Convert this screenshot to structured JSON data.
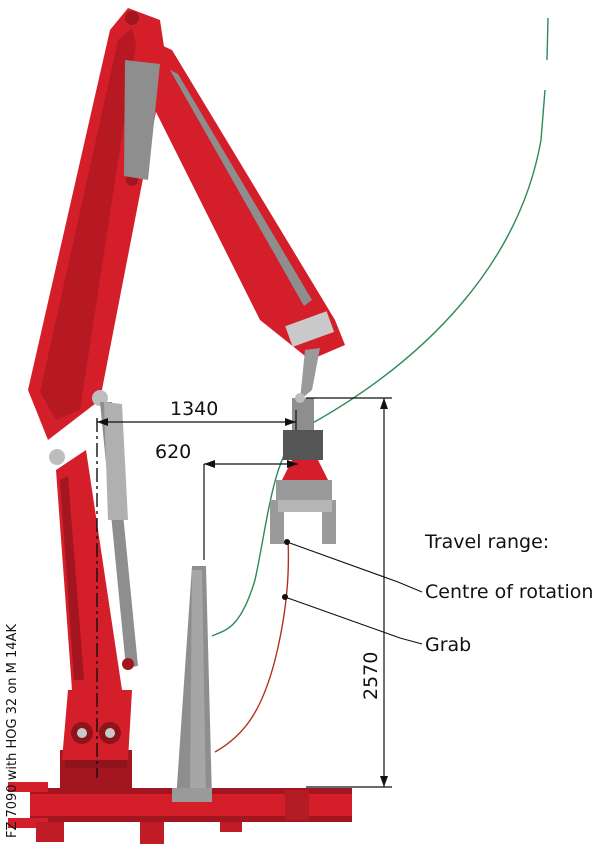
{
  "dimensions": {
    "reach_1340": "1340",
    "reach_620": "620",
    "height_2570": "2570"
  },
  "legend": {
    "heading": "Travel range:",
    "centre_of_rotation": "Centre of rotation",
    "grab": "Grab"
  },
  "caption": "FZ 7090 with HOG 32 on M 14AK",
  "colors": {
    "crane_red": "#d41f2a",
    "crane_dark": "#a3161f",
    "cylinder_grey": "#8e8e8e",
    "steel_grey": "#b0b0b0",
    "centre_path": "#2e8b57",
    "grab_path": "#b3301f",
    "dimension_line": "#111111"
  }
}
